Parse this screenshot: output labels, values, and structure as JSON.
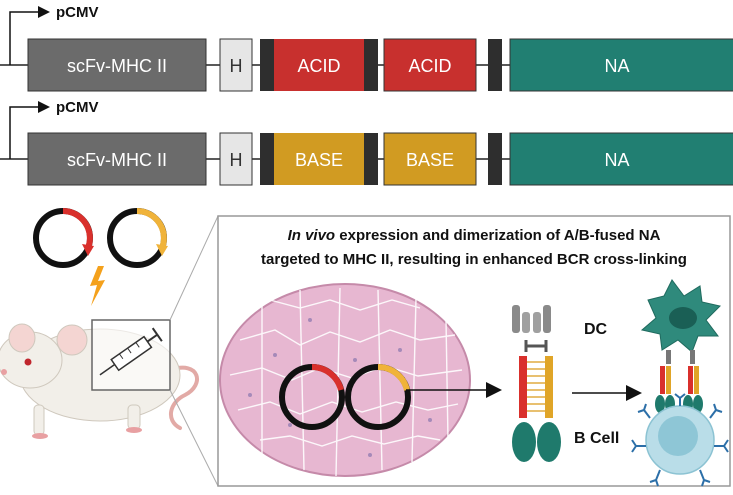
{
  "constructs": [
    {
      "promoter": "pCMV",
      "scfv": "scFv-MHC II",
      "hinge": "H",
      "domain1": "ACID",
      "domain2": "ACID",
      "na": "NA",
      "domain_color": "#c8302e"
    },
    {
      "promoter": "pCMV",
      "scfv": "scFv-MHC II",
      "hinge": "H",
      "domain1": "BASE",
      "domain2": "BASE",
      "na": "NA",
      "domain_color": "#d19b22"
    }
  ],
  "panel": {
    "title_italic": "In vivo",
    "title_line1_rest": " expression and dimerization of A/B-fused NA",
    "title_line2": "targeted to MHC II, resulting in enhanced BCR cross-linking",
    "dc_label": "DC",
    "bcell_label": "B Cell"
  },
  "colors": {
    "scfv": "#6b6b6b",
    "hinge": "#e6e6e6",
    "linker": "#2e2e2e",
    "acid": "#c8302e",
    "base": "#d19b22",
    "na": "#217f72",
    "muscle": "#e7b7d1",
    "dc": "#2f8a7c",
    "bcell": "#b9dde8"
  },
  "icons": [
    "promoter-arrow-icon",
    "plasmid-icon",
    "lightning-icon",
    "mouse-icon",
    "syringe-icon",
    "muscle-tissue-icon",
    "dimer-protein-icon",
    "dendritic-cell-icon",
    "b-cell-icon",
    "arrow-right-icon"
  ]
}
